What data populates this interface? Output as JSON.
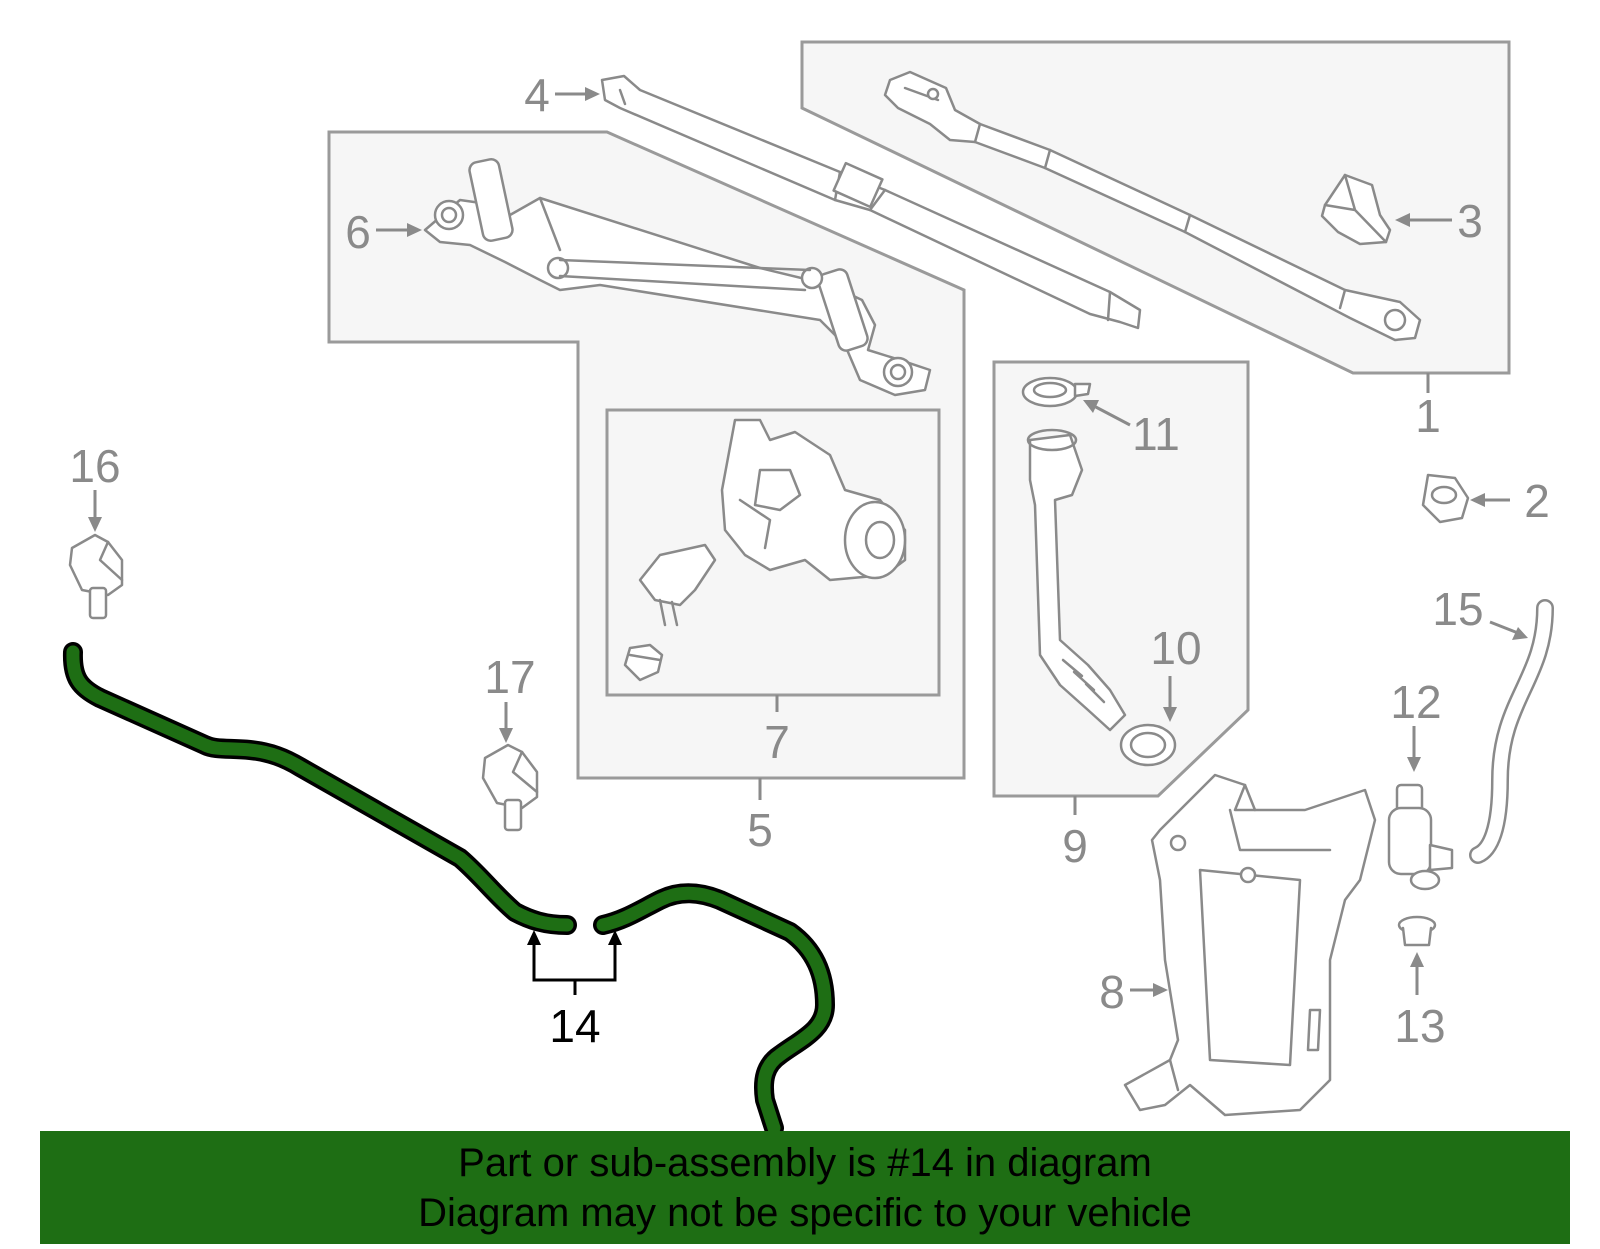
{
  "callouts": {
    "c1": "1",
    "c2": "2",
    "c3": "3",
    "c4": "4",
    "c5": "5",
    "c6": "6",
    "c7": "7",
    "c8": "8",
    "c9": "9",
    "c10": "10",
    "c11": "11",
    "c12": "12",
    "c13": "13",
    "c14": "14",
    "c15": "15",
    "c16": "16",
    "c17": "17"
  },
  "highlight": {
    "part_number": "14",
    "color": "#1e6e14",
    "outline_color": "#000000"
  },
  "banner": {
    "line1": "Part or sub-assembly is #14 in diagram",
    "line2": "Diagram may not be specific to your vehicle",
    "color": "#1e6e14"
  }
}
